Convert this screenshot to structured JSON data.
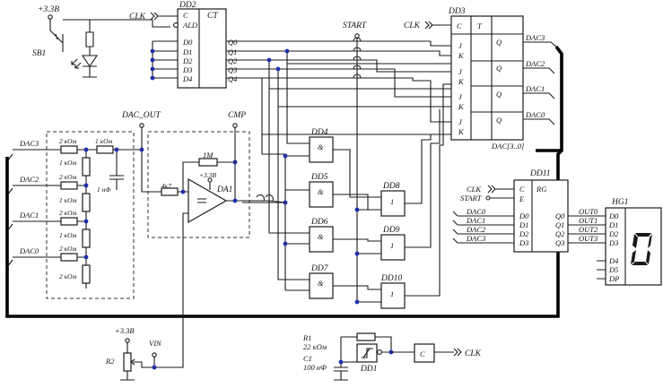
{
  "labels": {
    "v33_top": "+3.3В",
    "sb1": "SB1",
    "clk": "CLK",
    "dd2": "DD2",
    "ct": "CT",
    "pin_c": "C",
    "pin_ald": "ALD",
    "d0": "D0",
    "d1": "D1",
    "d2": "D2",
    "d3": "D3",
    "d4": "D4",
    "q0": "Q0",
    "q1": "Q1",
    "q2": "Q2",
    "q3": "Q3",
    "q4": "Q4",
    "start": "START",
    "dd3": "DD3",
    "t": "T",
    "j": "J",
    "k": "K",
    "q": "Q",
    "dac3": "DAC3",
    "dac2": "DAC2",
    "dac1": "DAC1",
    "dac0": "DAC0",
    "dac_bus": "DAC[3..0]",
    "dac_out": "DAC_OUT",
    "cmp": "CMP",
    "r2k": "2 кОм",
    "r1k": "1 кОм",
    "c1nf": "1 нФ",
    "r1m": "1M",
    "r4k7": "4к7",
    "da1": "DA1",
    "v33": "+3.3В",
    "dd4": "DD4",
    "dd5": "DD5",
    "dd6": "DD6",
    "dd7": "DD7",
    "dd8": "DD8",
    "dd9": "DD9",
    "dd10": "DD10",
    "amp": "&",
    "one": "1",
    "dd11": "DD11",
    "rg": "RG",
    "pin_e": "E",
    "out0": "OUT0",
    "out1": "OUT1",
    "out2": "OUT2",
    "out3": "OUT3",
    "hg1": "HG1",
    "hg_d4": "D4",
    "hg_d5": "D5",
    "dp": "DP",
    "seg_digit": "0",
    "r2": "R2",
    "vin": "VIN",
    "r1": "R1",
    "r1_val": "22 кОм",
    "c1": "C1",
    "c1_val": "100 нФ",
    "dd1": "DD1",
    "c_sym": "C"
  }
}
